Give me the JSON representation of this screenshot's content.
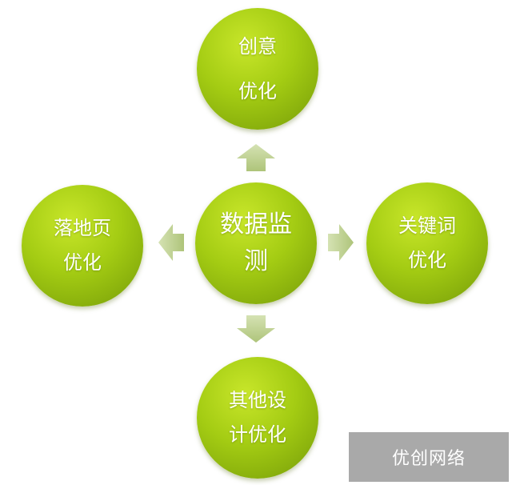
{
  "diagram": {
    "center": {
      "lines": [
        "数据监",
        "测"
      ]
    },
    "top": {
      "lines": [
        "创意",
        "优化"
      ]
    },
    "left": {
      "lines": [
        "落地页",
        "优化"
      ]
    },
    "right": {
      "lines": [
        "关键词",
        "优化"
      ]
    },
    "bottom": {
      "lines": [
        "其他设",
        "计优化"
      ]
    }
  },
  "watermark": {
    "text": "优创网络"
  },
  "colors": {
    "node_green": "#a4cc13",
    "arrow_green": "#c8d99a",
    "watermark_gray": "#a9a9a9"
  }
}
